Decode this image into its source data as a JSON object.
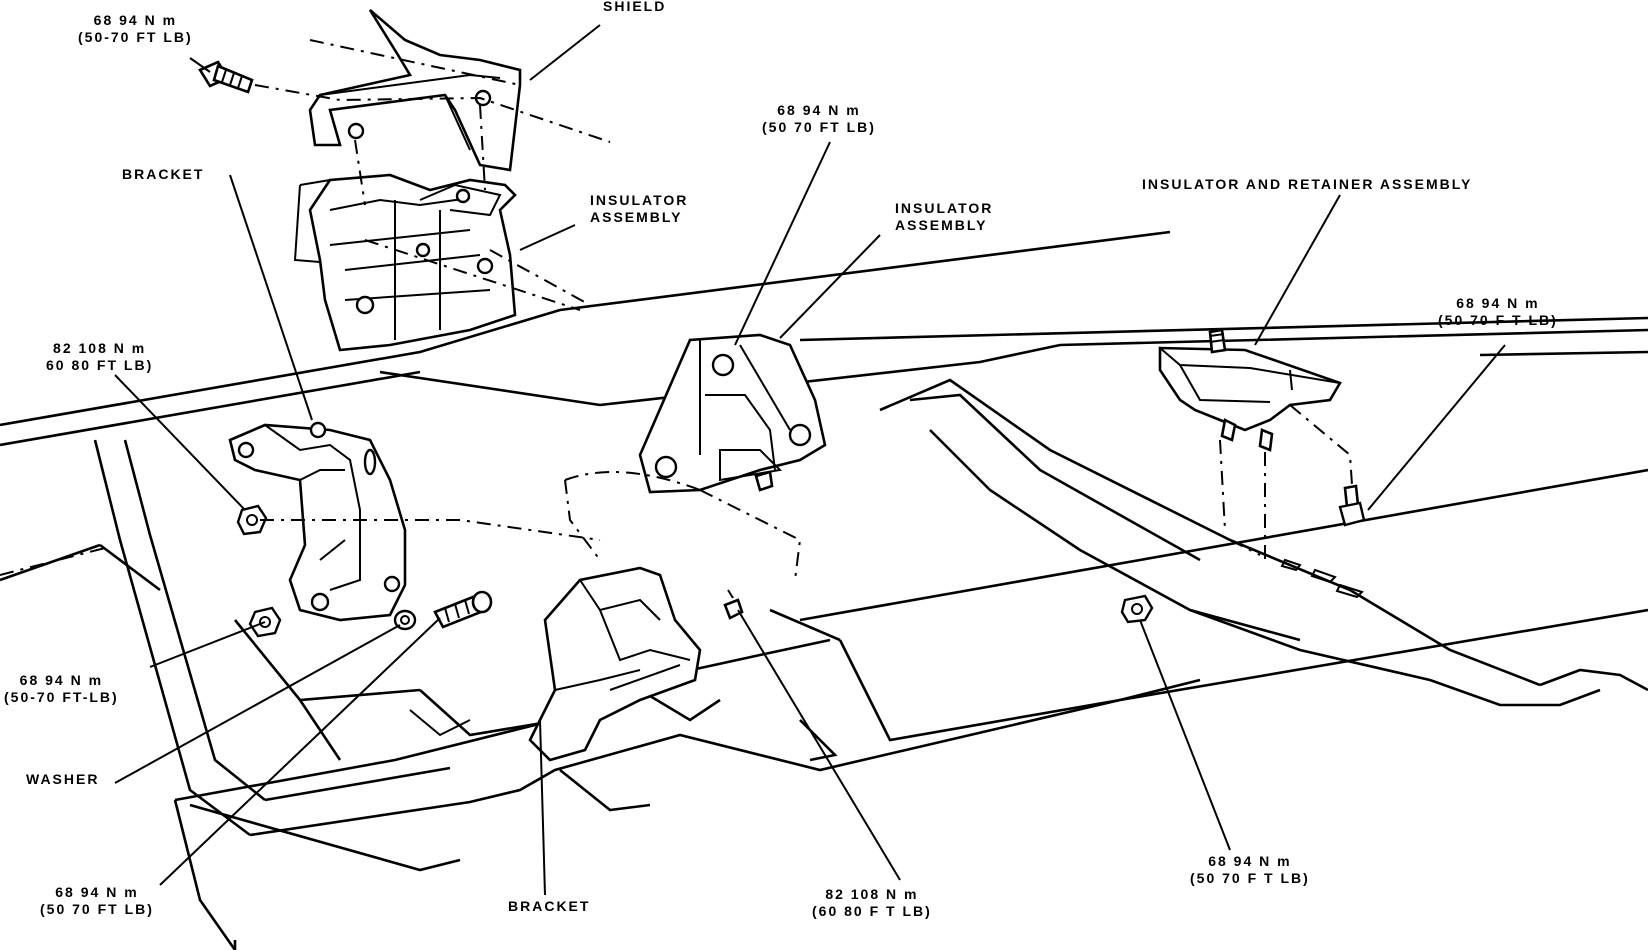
{
  "diagram": {
    "labels": {
      "shield": "SHIELD",
      "torque_top_left": [
        "68 94 N m",
        "(50-70 FT LB)"
      ],
      "bracket_upper": "BRACKET",
      "insulator_left": [
        "INSULATOR",
        "ASSEMBLY"
      ],
      "torque_center_top": [
        "68 94 N m",
        "(50 70 FT LB)"
      ],
      "insulator_center": [
        "INSULATOR",
        "ASSEMBLY"
      ],
      "insulator_retainer": "INSULATOR AND RETAINER ASSEMBLY",
      "torque_right": [
        "68 94 N m",
        "(50 70 F T LB)"
      ],
      "torque_left_mid": [
        "82 108 N m",
        "60 80 FT LB)"
      ],
      "torque_left_low": [
        "68 94 N m",
        "(50-70 FT-LB)"
      ],
      "washer": "WASHER",
      "torque_bottom_left": [
        "68 94 N m",
        "(50 70 FT LB)"
      ],
      "bracket_lower": "BRACKET",
      "torque_bottom_center": [
        "82 108 N m",
        "(60 80 F T LB)"
      ],
      "torque_bottom_right": [
        "68 94 N m",
        "(50 70 F T LB)"
      ]
    },
    "icons": [
      "bolt-icon",
      "nut-icon",
      "washer-icon",
      "stud-icon"
    ]
  }
}
